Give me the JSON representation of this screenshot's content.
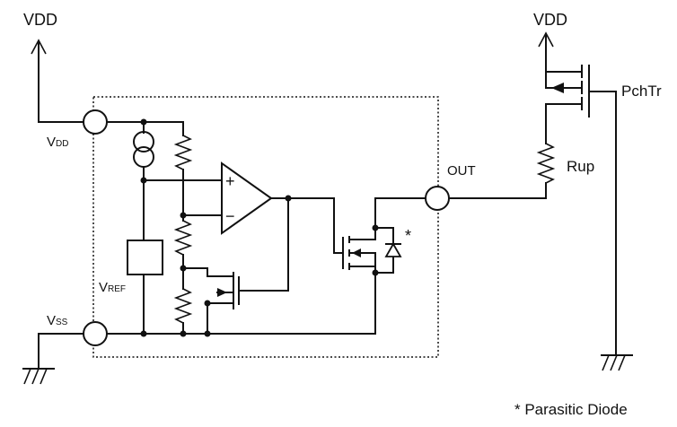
{
  "labels": {
    "vdd_left": "VDD",
    "vdd_right": "VDD",
    "vdd_pin_main": "V",
    "vdd_pin_sub": "DD",
    "vss_pin_main": "V",
    "vss_pin_sub": "SS",
    "vref_main": "V",
    "vref_sub": "REF",
    "out_pin": "OUT",
    "pch_transistor": "PchTr",
    "pullup_resistor": "Rup",
    "opamp_plus": "+",
    "opamp_minus": "−",
    "asterisk": "*",
    "footnote": "* Parasitic Diode"
  },
  "colors": {
    "ink": "#111111",
    "background": "#ffffff"
  }
}
